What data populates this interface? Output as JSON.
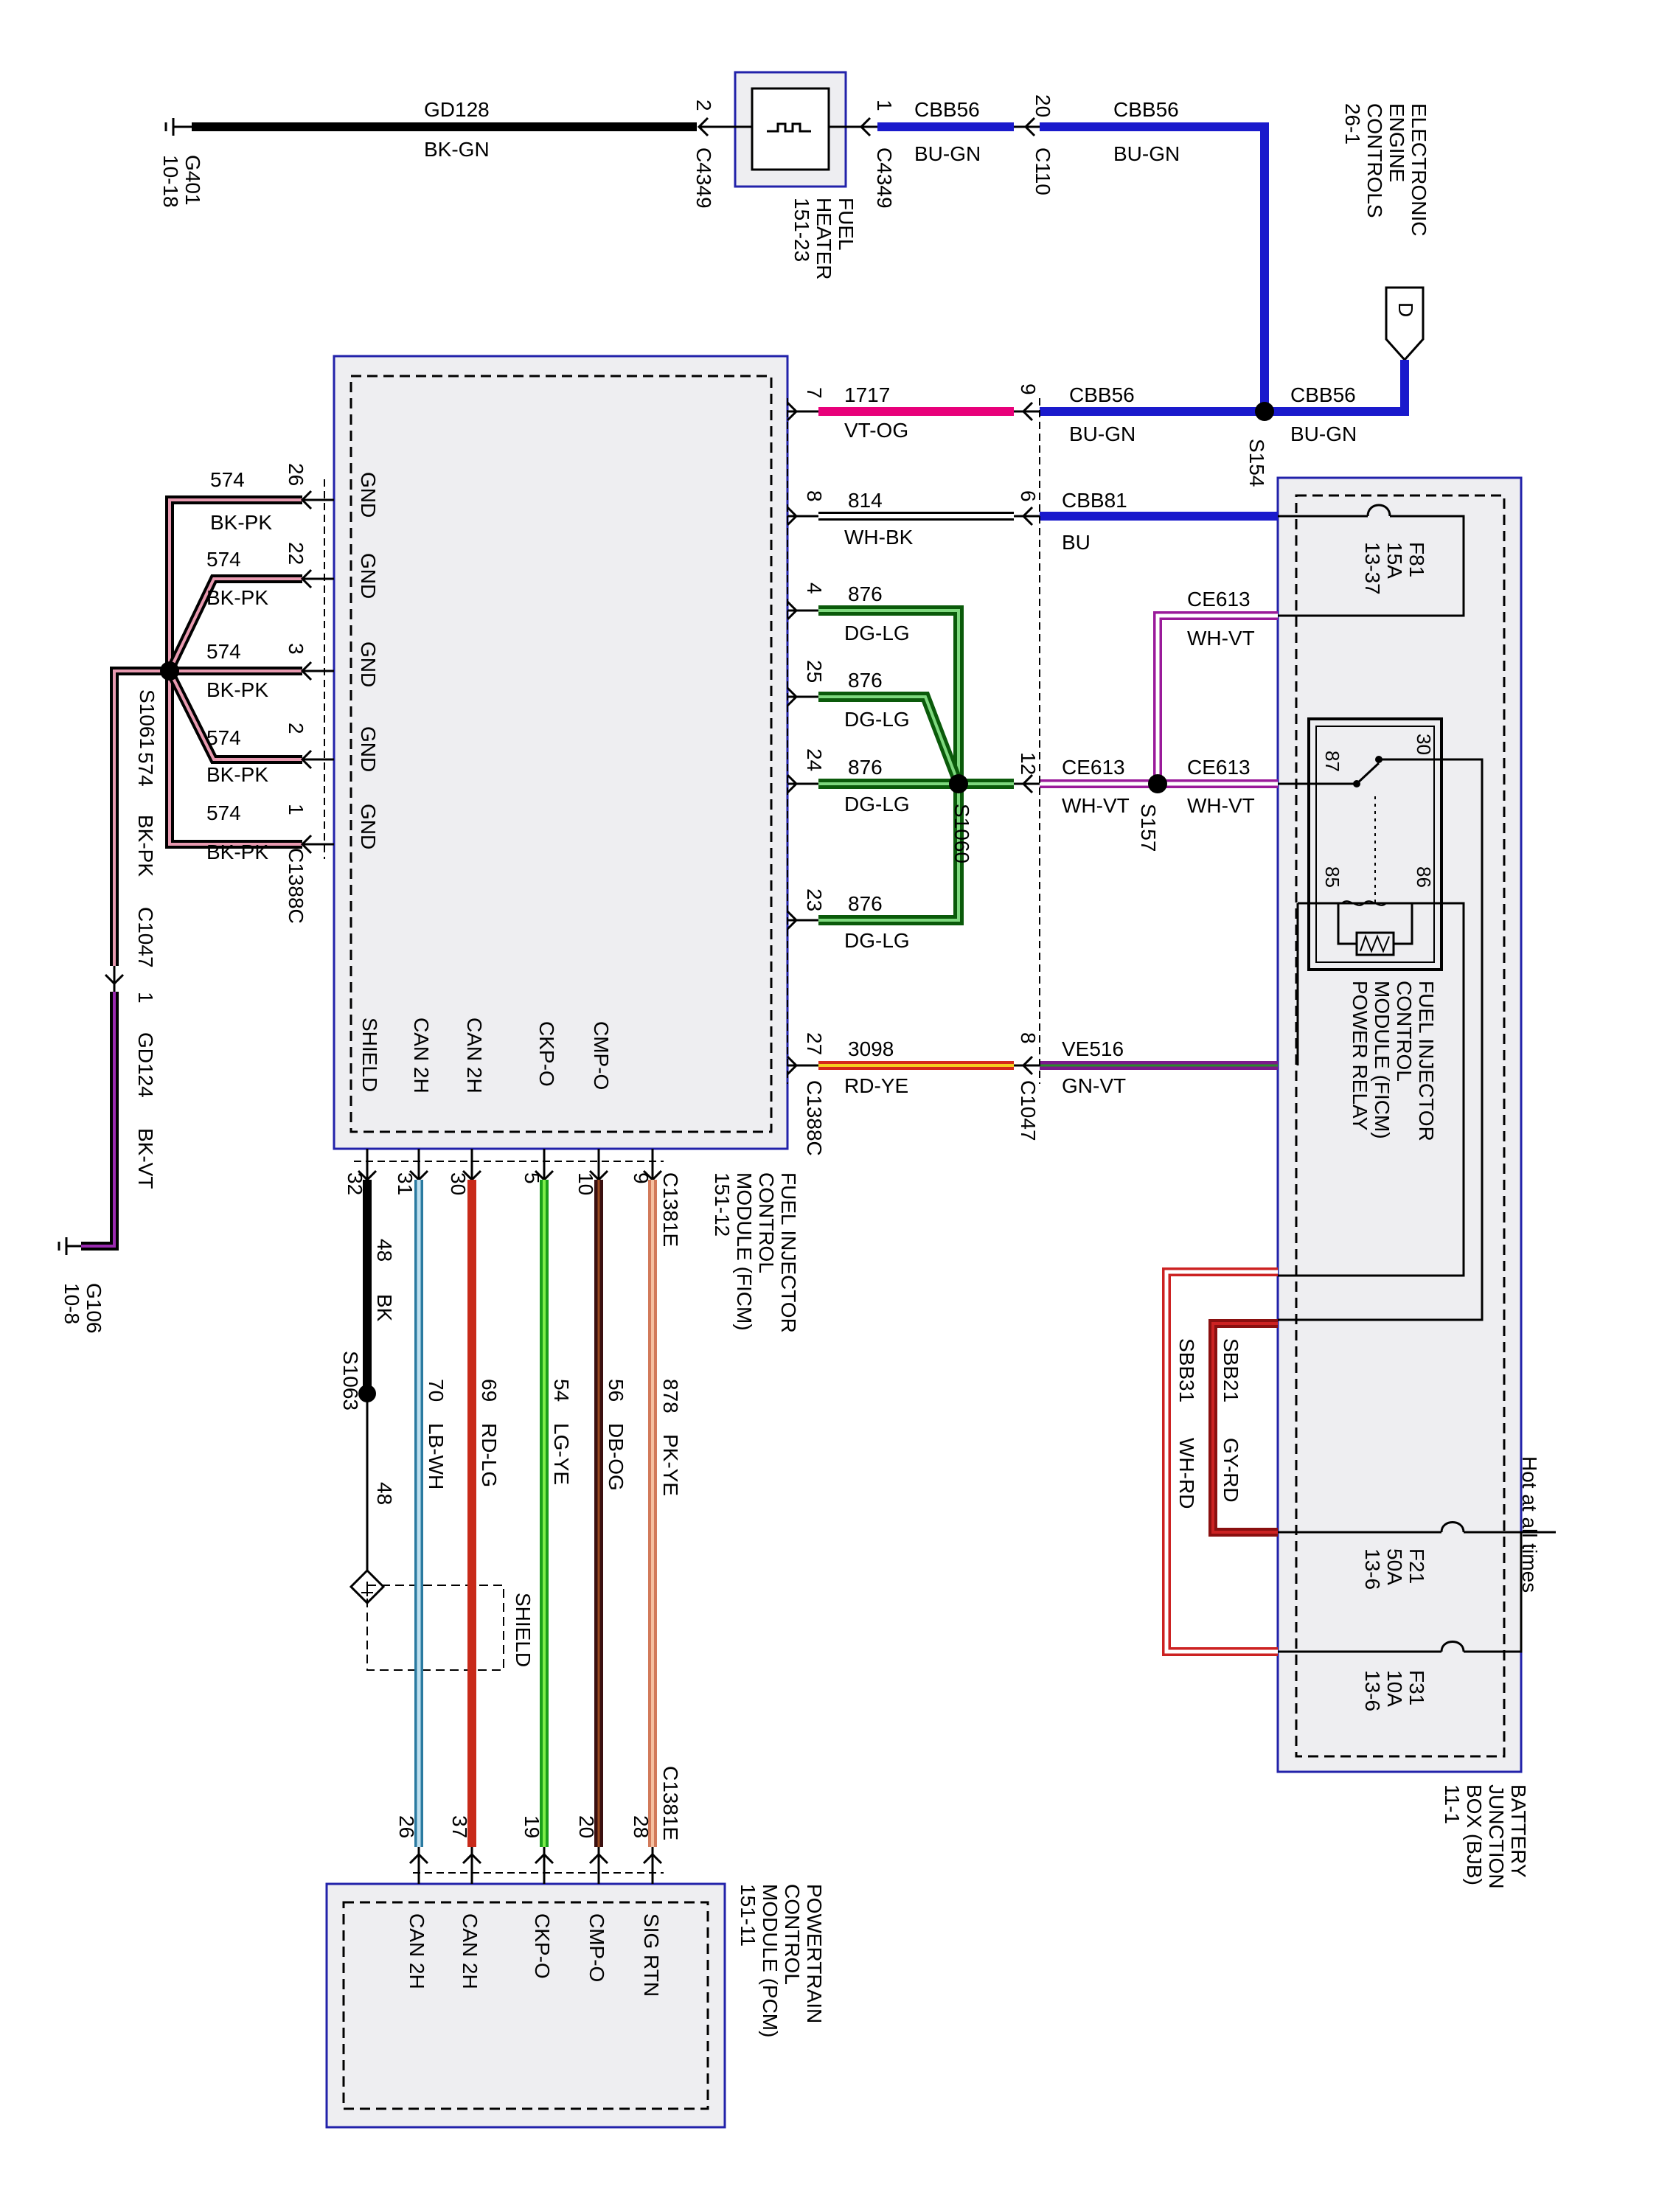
{
  "title_ficm": [
    "FUEL INJECTOR",
    "CONTROL",
    "MODULE (FICM)",
    "151-12"
  ],
  "title_pcm": [
    "POWERTRAIN",
    "CONTROL",
    "MODULE (PCM)",
    "151-11"
  ],
  "title_bjb": [
    "BATTERY",
    "JUNCTION",
    "BOX (BJB)",
    "11-1"
  ],
  "title_eec": [
    "ELECTRONIC",
    "ENGINE",
    "CONTROLS",
    "26-1"
  ],
  "fuel_heater": [
    "FUEL",
    "HEATER",
    "151-23"
  ],
  "relay_label": [
    "FUEL INJECTOR",
    "CONTROL",
    "MODULE (FICM)",
    "POWER RELAY"
  ],
  "hot_label": "Hot at all times",
  "shield_label": "SHIELD",
  "page_ref": "D",
  "grounds": [
    {
      "name": "G401",
      "ref": "10-18"
    },
    {
      "name": "G106",
      "ref": "10-8"
    }
  ],
  "fuses": [
    {
      "id": "F81",
      "amps": "15A",
      "ref": "13-37"
    },
    {
      "id": "F21",
      "amps": "50A",
      "ref": "13-6"
    },
    {
      "id": "F31",
      "amps": "10A",
      "ref": "13-6"
    }
  ],
  "relay_pins": [
    "30",
    "87",
    "85",
    "86"
  ],
  "splices": [
    "S154",
    "S157",
    "S1060",
    "S1061",
    "S1063"
  ],
  "connectors": [
    "C4349",
    "C4349",
    "C110",
    "C1047",
    "C1047",
    "C1388C",
    "C1388C",
    "C1381E"
  ],
  "pins": {
    "c4349_left": "2",
    "c4349_right": "1",
    "c110": "20",
    "c1047_hv": "9",
    "c1047_w": "6",
    "c1047_ce": "12",
    "c1047_ve": "8",
    "c1047_gnd": "1"
  },
  "wires_top": [
    {
      "circuit": "GD128",
      "color": "BK-GN"
    },
    {
      "circuit": "CBB56",
      "color": "BU-GN"
    },
    {
      "circuit": "CBB56",
      "color": "BU-GN"
    },
    {
      "circuit": "CBB56",
      "color": "BU-GN"
    },
    {
      "circuit": "CBB56",
      "color": "BU-GN"
    }
  ],
  "ficm_right": [
    {
      "pin": "7",
      "circuit": "1717",
      "color": "VT-OG"
    },
    {
      "pin": "8",
      "circuit": "814",
      "color": "WH-BK"
    },
    {
      "pin": "4",
      "circuit": "876",
      "color": "DG-LG"
    },
    {
      "pin": "25",
      "circuit": "876",
      "color": "DG-LG"
    },
    {
      "pin": "24",
      "circuit": "876",
      "color": "DG-LG"
    },
    {
      "pin": "23",
      "circuit": "876",
      "color": "DG-LG"
    },
    {
      "pin": "27",
      "circuit": "3098",
      "color": "RD-YE"
    }
  ],
  "bjb_wires": [
    {
      "circuit": "CBB81",
      "color": "BU"
    },
    {
      "circuit": "CE613",
      "color": "WH-VT"
    },
    {
      "circuit": "CE613",
      "color": "WH-VT"
    },
    {
      "circuit": "CE613",
      "color": "WH-VT"
    },
    {
      "circuit": "VE516",
      "color": "GN-VT"
    },
    {
      "circuit": "SBB21",
      "color": "GY-RD"
    },
    {
      "circuit": "SBB31",
      "color": "WH-RD"
    }
  ],
  "gnd_pins": [
    {
      "pin": "26",
      "label": "GND",
      "circuit": "574",
      "color": "BK-PK"
    },
    {
      "pin": "22",
      "label": "GND",
      "circuit": "574",
      "color": "BK-PK"
    },
    {
      "pin": "3",
      "label": "GND",
      "circuit": "574",
      "color": "BK-PK"
    },
    {
      "pin": "2",
      "label": "GND",
      "circuit": "574",
      "color": "BK-PK"
    },
    {
      "pin": "1",
      "label": "GND",
      "circuit": "574",
      "color": "BK-PK"
    }
  ],
  "gnd_main": [
    {
      "circuit": "574",
      "color": "BK-PK"
    },
    {
      "circuit": "GD124",
      "color": "BK-VT"
    }
  ],
  "ficm_bottom": [
    {
      "label": "SHIELD",
      "pin": "32"
    },
    {
      "label": "CAN 2H",
      "pin": "31"
    },
    {
      "label": "CAN 2H",
      "pin": "30"
    },
    {
      "label": "CKP-O",
      "pin": "5"
    },
    {
      "label": "CMP-O",
      "pin": "10"
    },
    {
      "label": "",
      "pin": "9"
    }
  ],
  "vert_wires": [
    {
      "circuit": "48",
      "color": "BK",
      "circuit2": "48"
    },
    {
      "circuit": "70",
      "color": "LB-WH"
    },
    {
      "circuit": "69",
      "color": "RD-LG"
    },
    {
      "circuit": "54",
      "color": "LG-YE"
    },
    {
      "circuit": "56",
      "color": "DB-OG"
    },
    {
      "circuit": "878",
      "color": "PK-YE"
    }
  ],
  "pcm_pins": [
    {
      "pin": "26",
      "label": "CAN 2H"
    },
    {
      "pin": "37",
      "label": "CAN 2H"
    },
    {
      "pin": "19",
      "label": "CKP-O"
    },
    {
      "pin": "20",
      "label": "CMP-O"
    },
    {
      "pin": "28",
      "label": "SIG RTN"
    }
  ]
}
